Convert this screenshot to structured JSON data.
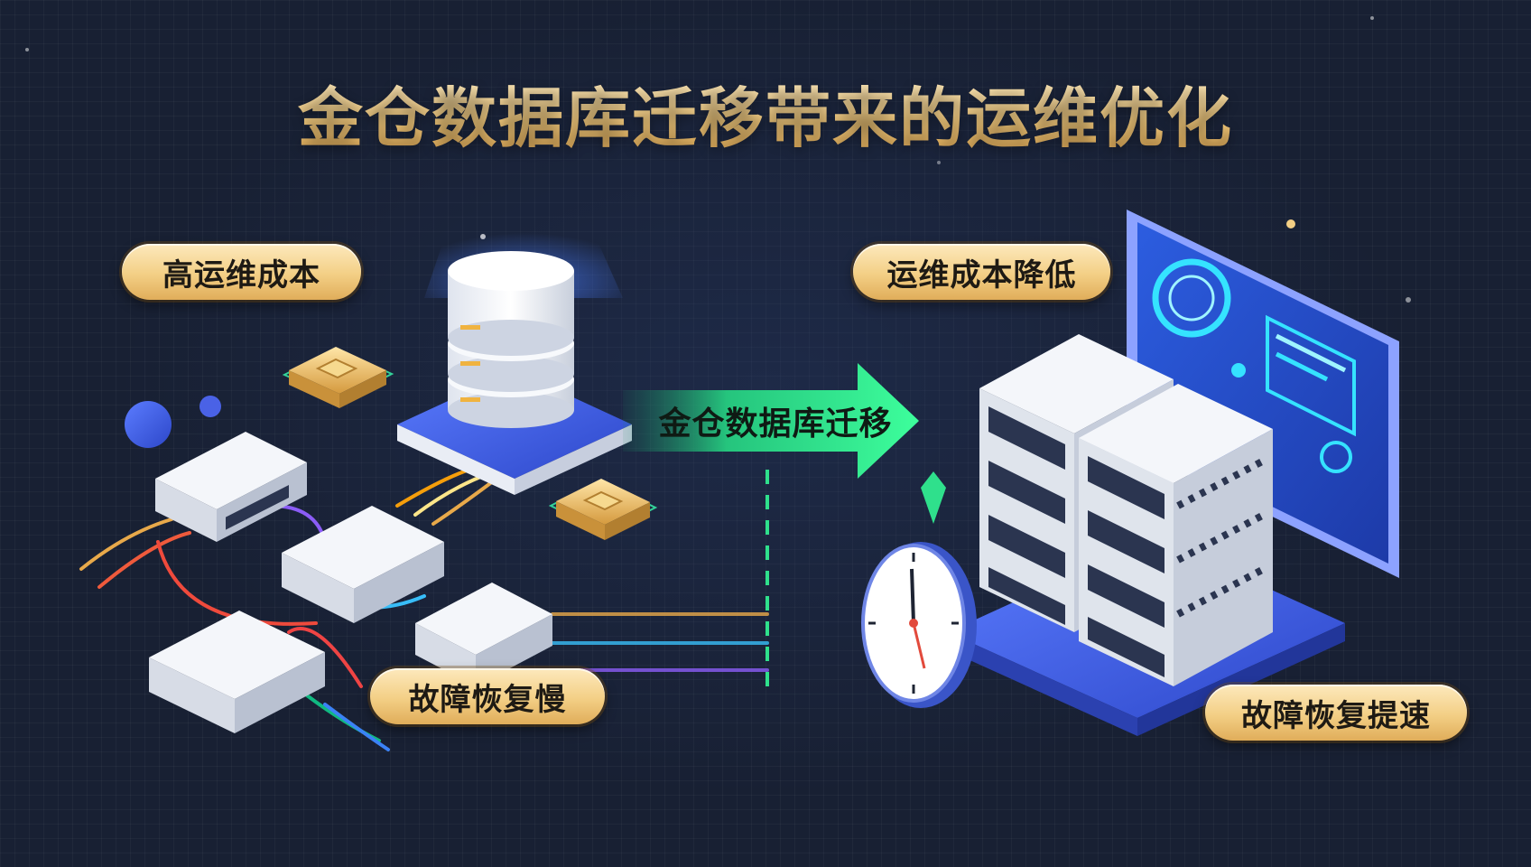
{
  "title": "金仓数据库迁移带来的运维优化",
  "labels": {
    "high_cost": "高运维成本",
    "slow_recovery": "故障恢复慢",
    "migration": "金仓数据库迁移",
    "cost_reduced": "运维成本降低",
    "fast_recovery": "故障恢复提速"
  },
  "colors": {
    "gold": "#f3cf85",
    "arrow_green": "#2fe08c",
    "server_blue": "#3f63e6",
    "background": "#182033"
  },
  "icons": [
    "database-icon",
    "chip-icon",
    "network-switch-icon",
    "server-rack-icon",
    "stopwatch-icon",
    "monitor-dashboard-icon",
    "migration-arrow-icon"
  ]
}
